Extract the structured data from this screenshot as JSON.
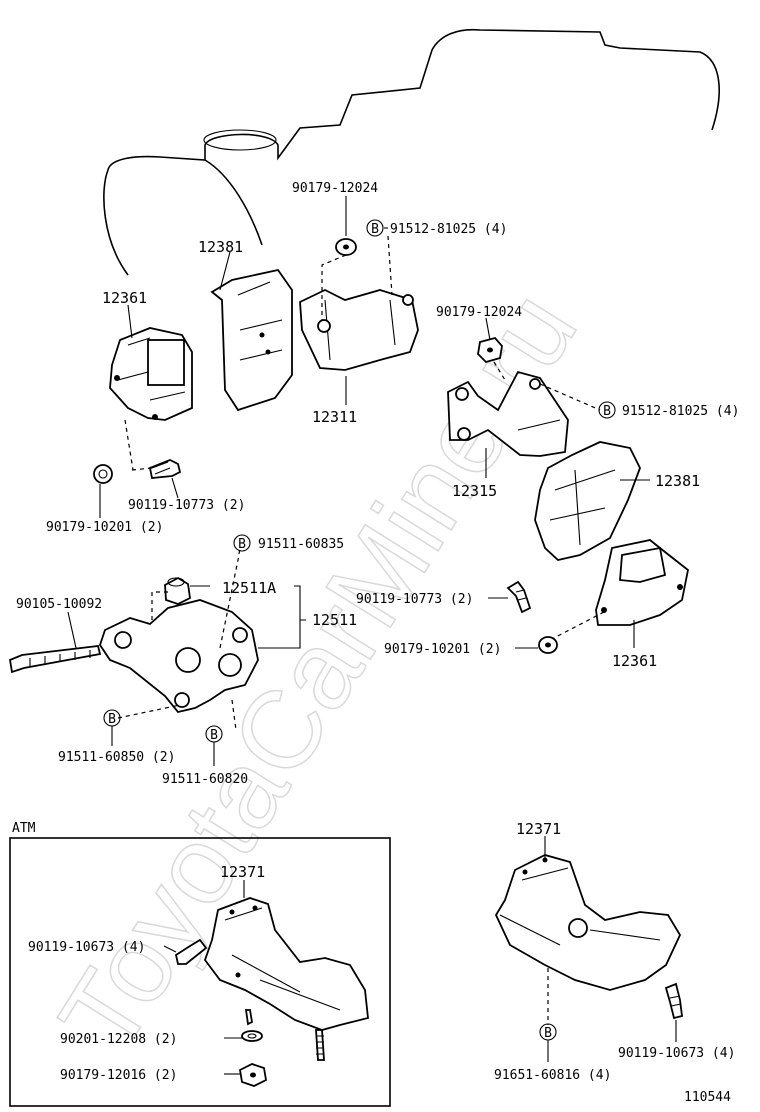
{
  "watermark": "ToyotaCarMine.ru",
  "figure_number": "110544",
  "atm_label": "ATM",
  "labels": {
    "p90179_12024_left": "90179-12024",
    "p91512_81025_top": "91512-81025 (4)",
    "p12381_left": "12381",
    "p12361_left": "12361",
    "p12311": "12311",
    "p90119_10773_left": "90119-10773 (2)",
    "p90179_10201_left": "90179-10201 (2)",
    "p90179_12024_right": "90179-12024",
    "p91512_81025_right": "91512-81025 (4)",
    "p12315": "12315",
    "p12381_right": "12381",
    "p91511_60835": "91511-60835",
    "p12511A": "12511A",
    "p12511": "12511",
    "p90105_10092": "90105-10092",
    "p91511_60850": "91511-60850 (2)",
    "p91511_60820": "91511-60820",
    "p90119_10773_right": "90119-10773 (2)",
    "p90179_10201_right": "90179-10201 (2)",
    "p12361_right": "12361",
    "p12371_atm": "12371",
    "p90119_10673_atm": "90119-10673 (4)",
    "p90201_12208": "90201-12208 (2)",
    "p90179_12016": "90179-12016 (2)",
    "p12371_right": "12371",
    "p91651_60816": "91651-60816 (4)",
    "p90119_10673_right": "90119-10673 (4)"
  },
  "badge_letter": "B"
}
